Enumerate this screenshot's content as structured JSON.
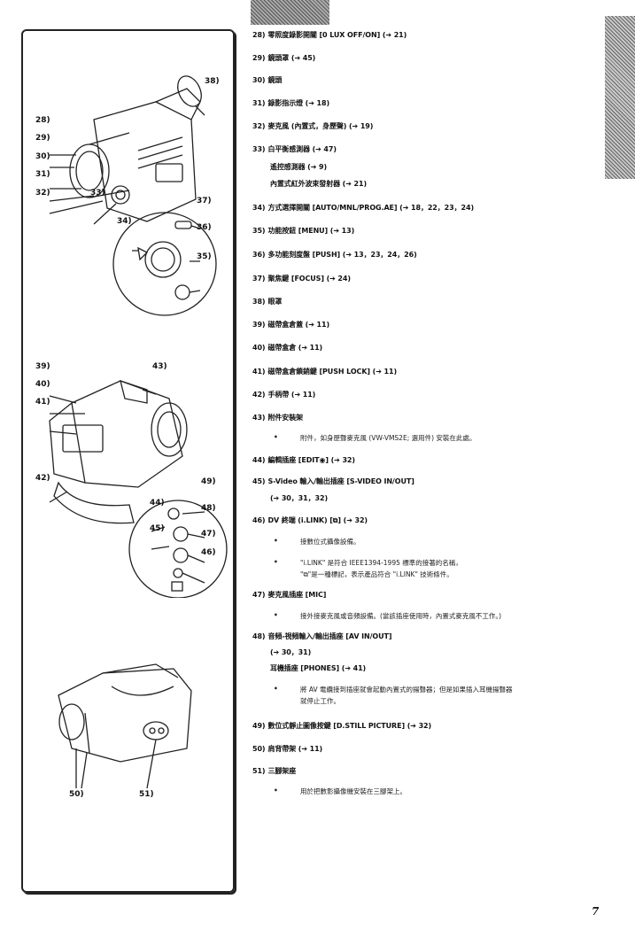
{
  "page_number": "7",
  "figure_callouts": {
    "top": [
      "28)",
      "29)",
      "30)",
      "31)",
      "32)",
      "33)",
      "34)",
      "35)",
      "36)",
      "37)",
      "38)"
    ],
    "middle": [
      "39)",
      "40)",
      "41)",
      "42)",
      "43)",
      "44)",
      "45)",
      "46)",
      "47)",
      "48)",
      "49)"
    ],
    "bottom": [
      "50)",
      "51)"
    ]
  },
  "items": [
    {
      "num": "28)",
      "text": "零照度錄影開關 [0 LUX OFF/ON] (➔ 21)"
    },
    {
      "num": "29)",
      "text": "鏡頭罩 (➔ 45)"
    },
    {
      "num": "30)",
      "text": "鏡頭"
    },
    {
      "num": "31)",
      "text": "錄影指示燈 (➔ 18)"
    },
    {
      "num": "32)",
      "text": "麥克風 (內置式，身歷聲) (➔ 19)"
    },
    {
      "num": "33)",
      "text": "白平衡感測器 (➔ 47)"
    },
    {
      "num": "",
      "text": "遙控感測器 (➔ 9)"
    },
    {
      "num": "",
      "text": "內置式紅外波束發射器 (➔ 21)"
    },
    {
      "num": "34)",
      "text": "方式選擇開關 [AUTO/MNL/PROG.AE] (➔ 18，22，23，24)"
    },
    {
      "num": "35)",
      "text": "功能按鈕 [MENU] (➔ 13)"
    },
    {
      "num": "36)",
      "text": "多功能刻度盤 [PUSH] (➔ 13，23，24，26)"
    },
    {
      "num": "37)",
      "text": "聚焦鍵 [FOCUS] (➔ 24)"
    },
    {
      "num": "38)",
      "text": "眼罩"
    },
    {
      "num": "39)",
      "text": "磁帶盒倉蓋 (➔ 11)"
    },
    {
      "num": "40)",
      "text": "磁帶盒倉 (➔ 11)"
    },
    {
      "num": "41)",
      "text": "磁帶盒倉鎖銷鍵 [PUSH LOCK] (➔ 11)"
    },
    {
      "num": "42)",
      "text": "手柄帶 (➔ 11)"
    },
    {
      "num": "43)",
      "text": "附件安裝架"
    },
    {
      "num": "44)",
      "text": "編輯插座 [EDIT◉] (➔ 32)"
    },
    {
      "num": "45)",
      "text": "S-Video 輸入/輸出插座 [S-VIDEO IN/OUT]"
    },
    {
      "num": "",
      "text": "(➔ 30，31，32)"
    },
    {
      "num": "46)",
      "text": "DV 終端 (i.LINK) [⧉] (➔ 32)"
    },
    {
      "num": "47)",
      "text": "麥克風插座 [MIC]"
    },
    {
      "num": "48)",
      "text": "音頻-視頻輸入/輸出插座 [AV IN/OUT]"
    },
    {
      "num": "",
      "text": "(➔ 30，31)"
    },
    {
      "num": "",
      "text": "耳機插座 [PHONES] (➔ 41)"
    },
    {
      "num": "49)",
      "text": "數位式靜止圖像按鍵 [D.STILL PICTURE] (➔ 32)"
    },
    {
      "num": "50)",
      "text": "肩背帶架 (➔ 11)"
    },
    {
      "num": "51)",
      "text": "三腳架座"
    }
  ],
  "bullets": [
    "附件，如身歷聲麥克風 (VW-VMS2E; 選用件) 安裝在此處。",
    "接數位式攝像設備。",
    "\"i.LINK\" 是符合 IEEE1394-1995 標準的接著的名稱，",
    "\"⧉\"是一種標記，表示產品符合 \"i.LINK\" 技術條件。",
    "接外接麥克風或音頻設備。(當該插座使用時，內置式麥克風不工作。)",
    "將 AV 電纜接到插座就會起動內置式的揚聲器；但是如果插入耳機揚聲器",
    "就停止工作。",
    "用於把數影攝像機安裝在三腳架上。"
  ]
}
